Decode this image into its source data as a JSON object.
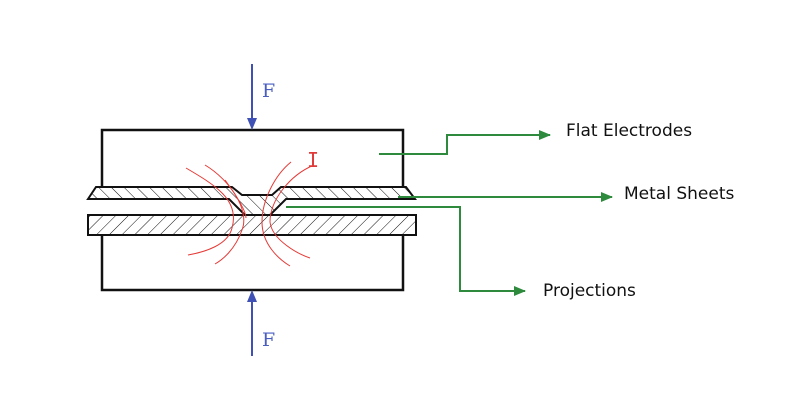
{
  "diagram": {
    "title": "Projection Welding",
    "labels": {
      "flat_electrodes": "Flat Electrodes",
      "metal_sheets": "Metal Sheets",
      "projections": "Projections"
    },
    "force_top": "F",
    "force_bottom": "F",
    "current": "I",
    "colors": {
      "force_arrow": "#3f51b5",
      "leader_arrow": "#2e8b3e",
      "current_lines": "#e53935",
      "outline": "#111111"
    }
  }
}
